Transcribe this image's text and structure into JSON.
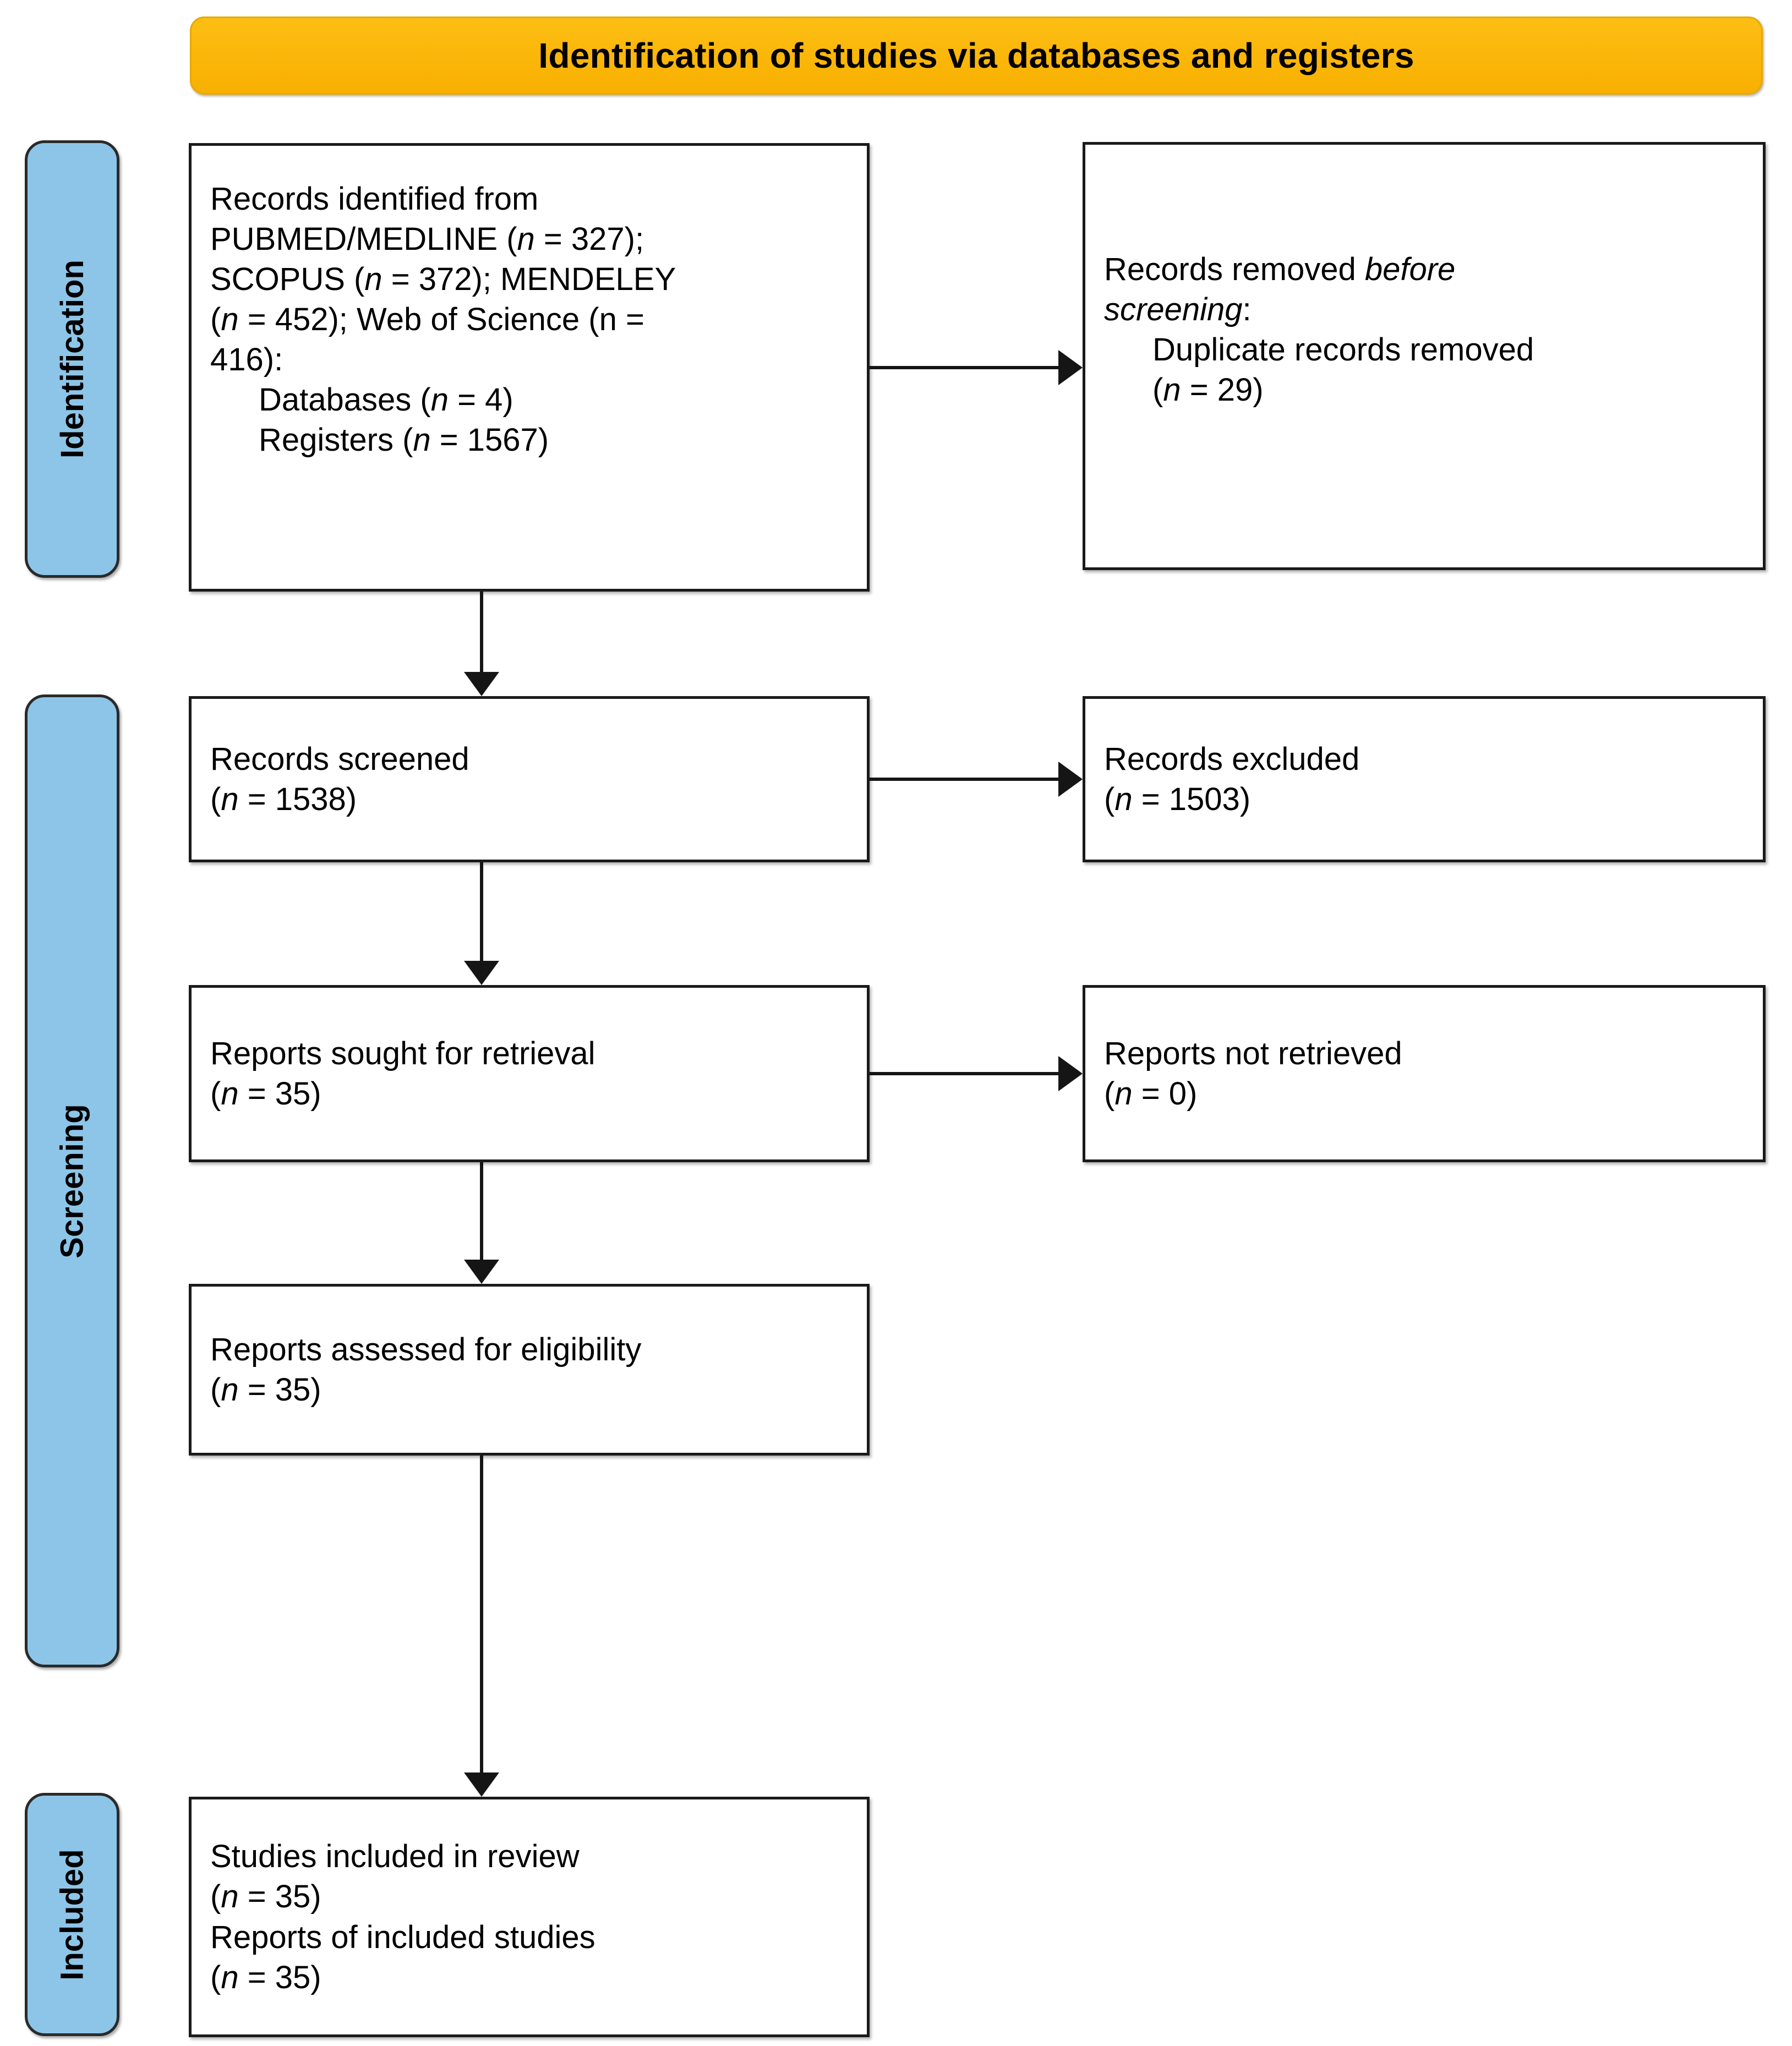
{
  "diagram": {
    "title": "Identification of studies via databases and registers",
    "colors": {
      "banner": "#FCB813",
      "stage_bar": "#8DC5E8",
      "box_border": "#1A1A1A",
      "connector": "#151515"
    }
  },
  "stages": [
    {
      "id": "identification",
      "label": "Identification"
    },
    {
      "id": "screening",
      "label": "Screening"
    },
    {
      "id": "included",
      "label": "Included"
    }
  ],
  "boxes": {
    "identified": {
      "line1": "Records identified from",
      "line2": "PUBMED/MEDLINE (n = 327);",
      "line3": "SCOPUS (n = 372); MENDELEY",
      "line4": "(n = 452); Web of Science (n =",
      "line5": "416):",
      "line6": "Databases (n = 4)",
      "line7": "Registers (n = 1567)"
    },
    "removed": {
      "line1": "Records removed before",
      "line2": "screening:",
      "line3": "Duplicate records removed",
      "line4": "(n = 29)"
    },
    "screened": {
      "line1": "Records screened",
      "line2": "(n = 1538)"
    },
    "excluded": {
      "line1": "Records excluded",
      "line2": "(n = 1503)"
    },
    "sought": {
      "line1": "Reports sought for retrieval",
      "line2": "(n = 35)"
    },
    "not_retrieved": {
      "line1": "Reports not retrieved",
      "line2": "(n = 0)"
    },
    "eligibility": {
      "line1": "Reports assessed for eligibility",
      "line2": "(n = 35)"
    },
    "included": {
      "line1": "Studies included in review",
      "line2": "(n = 35)",
      "line3": "Reports of included studies",
      "line4": "(n = 35)"
    }
  },
  "counts": {
    "pubmed_medline": 327,
    "scopus": 372,
    "mendeley": 452,
    "web_of_science": 416,
    "databases": 4,
    "registers": 1567,
    "duplicates_removed": 29,
    "records_screened": 1538,
    "records_excluded": 1503,
    "reports_sought": 35,
    "reports_not_retrieved": 0,
    "reports_assessed": 35,
    "studies_included": 35,
    "reports_of_included_studies": 35
  }
}
